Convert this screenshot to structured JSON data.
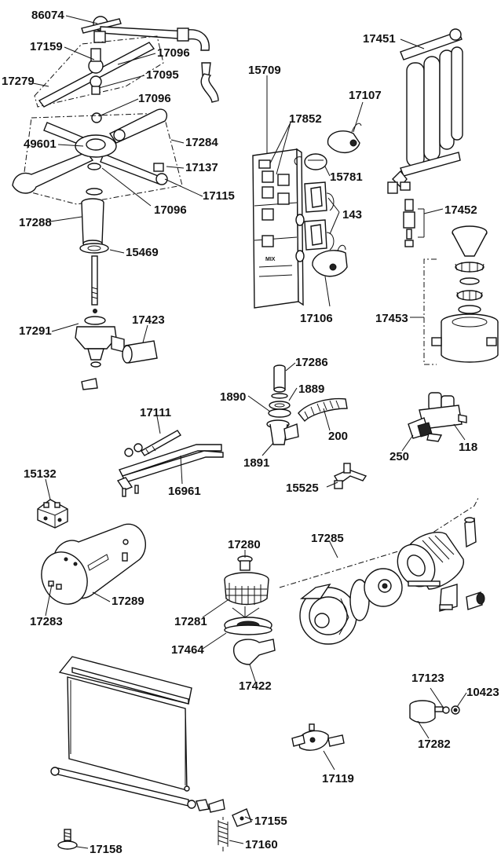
{
  "parts": [
    "86074",
    "17159",
    "17279",
    "17096",
    "17095",
    "17096",
    "49601",
    "17284",
    "17137",
    "17115",
    "17096",
    "17288",
    "15469",
    "17291",
    "17423",
    "15709",
    "17852",
    "17107",
    "15781",
    "143",
    "17106",
    "17451",
    "17452",
    "17453",
    "17286",
    "1890",
    "1889",
    "200",
    "1891",
    "17111",
    "16961",
    "118",
    "250",
    "15525",
    "15132",
    "17280",
    "17285",
    "17289",
    "17283",
    "17281",
    "17464",
    "17422",
    "17123",
    "10423",
    "17282",
    "17119",
    "17155",
    "17158",
    "17160"
  ]
}
